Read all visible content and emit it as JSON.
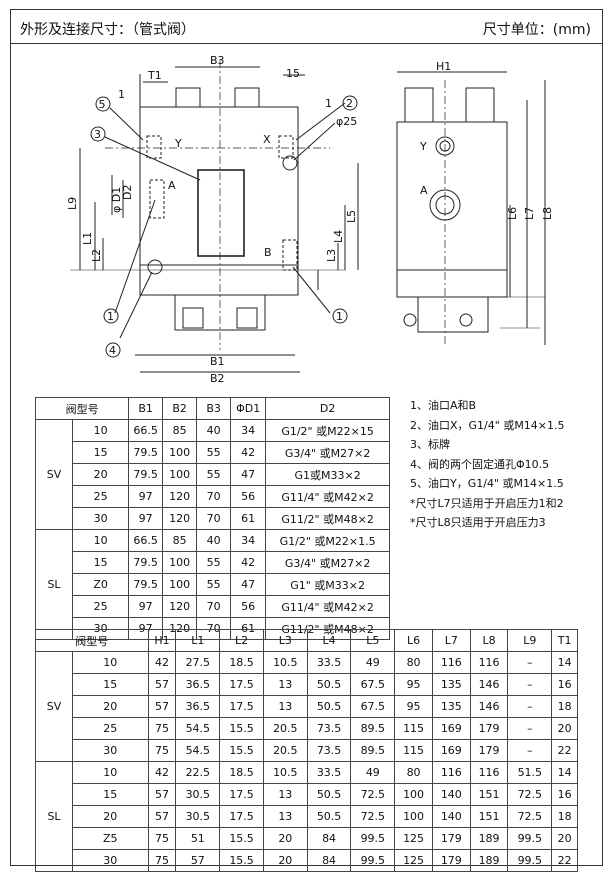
{
  "header": {
    "title": "外形及连接尺寸：（管式阀）",
    "unit": "尺寸单位：(mm)"
  },
  "drawing": {
    "dims": {
      "t1": "T1",
      "b3": "B3",
      "d15": "15",
      "one_a": "1",
      "one_b": "1",
      "phi25": "φ25",
      "port_y": "Y",
      "port_x": "X",
      "port_a": "A",
      "port_b": "B",
      "l9": "L9",
      "d1": "φ D1",
      "d2": "D2",
      "l1": "L1",
      "l2": "L2",
      "l3": "L3",
      "l4": "L4",
      "l5": "L5",
      "b1": "B1",
      "b2": "B2",
      "h1": "H1",
      "l6": "L6",
      "l7": "L7",
      "l8": "L8",
      "side_y": "Y",
      "side_a": "A"
    },
    "callouts": [
      "1",
      "2",
      "3",
      "4",
      "5"
    ]
  },
  "table1": {
    "headers": [
      "阀型号",
      "B1",
      "B2",
      "B3",
      "ΦD1",
      "D2"
    ],
    "groups": [
      {
        "type": "SV",
        "rows": [
          [
            "10",
            "66.5",
            "85",
            "40",
            "34",
            "G1/2\"  或M22×15"
          ],
          [
            "15",
            "79.5",
            "100",
            "55",
            "42",
            "G3/4\"  或M27×2"
          ],
          [
            "20",
            "79.5",
            "100",
            "55",
            "47",
            "G1或M33×2"
          ],
          [
            "25",
            "97",
            "120",
            "70",
            "56",
            "G11/4\"  或M42×2"
          ],
          [
            "30",
            "97",
            "120",
            "70",
            "61",
            "G11/2\"  或M48×2"
          ]
        ]
      },
      {
        "type": "SL",
        "rows": [
          [
            "10",
            "66.5",
            "85",
            "40",
            "34",
            "G1/2\"  或M22×1.5"
          ],
          [
            "15",
            "79.5",
            "100",
            "55",
            "42",
            "G3/4\"  或M27×2"
          ],
          [
            "Z0",
            "79.5",
            "100",
            "55",
            "47",
            "G1\"  或M33×2"
          ],
          [
            "25",
            "97",
            "120",
            "70",
            "56",
            "G11/4\"  或M42×2"
          ],
          [
            "30",
            "97",
            "120",
            "70",
            "61",
            "G11/2\"  或M48×2"
          ]
        ]
      }
    ]
  },
  "notes": [
    "1、油口A和B",
    "2、油口X，G1/4\"  或M14×1.5",
    "3、标牌",
    "4、阀的两个固定通孔Φ10.5",
    "5、油口Y，G1/4\"  或M14×1.5",
    "*尺寸L7只适用于开启压力1和2",
    "*尺寸L8只适用于开启压力3"
  ],
  "table2": {
    "headers": [
      "阀型号",
      "H1",
      "L1",
      "L2",
      "L3",
      "L4",
      "L5",
      "L6",
      "L7",
      "L8",
      "L9",
      "T1"
    ],
    "groups": [
      {
        "type": "SV",
        "rows": [
          [
            "10",
            "42",
            "27.5",
            "18.5",
            "10.5",
            "33.5",
            "49",
            "80",
            "116",
            "116",
            "–",
            "14"
          ],
          [
            "15",
            "57",
            "36.5",
            "17.5",
            "13",
            "50.5",
            "67.5",
            "95",
            "135",
            "146",
            "–",
            "16"
          ],
          [
            "20",
            "57",
            "36.5",
            "17.5",
            "13",
            "50.5",
            "67.5",
            "95",
            "135",
            "146",
            "–",
            "18"
          ],
          [
            "25",
            "75",
            "54.5",
            "15.5",
            "20.5",
            "73.5",
            "89.5",
            "115",
            "169",
            "179",
            "–",
            "20"
          ],
          [
            "30",
            "75",
            "54.5",
            "15.5",
            "20.5",
            "73.5",
            "89.5",
            "115",
            "169",
            "179",
            "–",
            "22"
          ]
        ]
      },
      {
        "type": "SL",
        "rows": [
          [
            "10",
            "42",
            "22.5",
            "18.5",
            "10.5",
            "33.5",
            "49",
            "80",
            "116",
            "116",
            "51.5",
            "14"
          ],
          [
            "15",
            "57",
            "30.5",
            "17.5",
            "13",
            "50.5",
            "72.5",
            "100",
            "140",
            "151",
            "72.5",
            "16"
          ],
          [
            "20",
            "57",
            "30.5",
            "17.5",
            "13",
            "50.5",
            "72.5",
            "100",
            "140",
            "151",
            "72.5",
            "18"
          ],
          [
            "Z5",
            "75",
            "51",
            "15.5",
            "20",
            "84",
            "99.5",
            "125",
            "179",
            "189",
            "99.5",
            "20"
          ],
          [
            "30",
            "75",
            "57",
            "15.5",
            "20",
            "84",
            "99.5",
            "125",
            "179",
            "189",
            "99.5",
            "22"
          ]
        ]
      }
    ]
  }
}
